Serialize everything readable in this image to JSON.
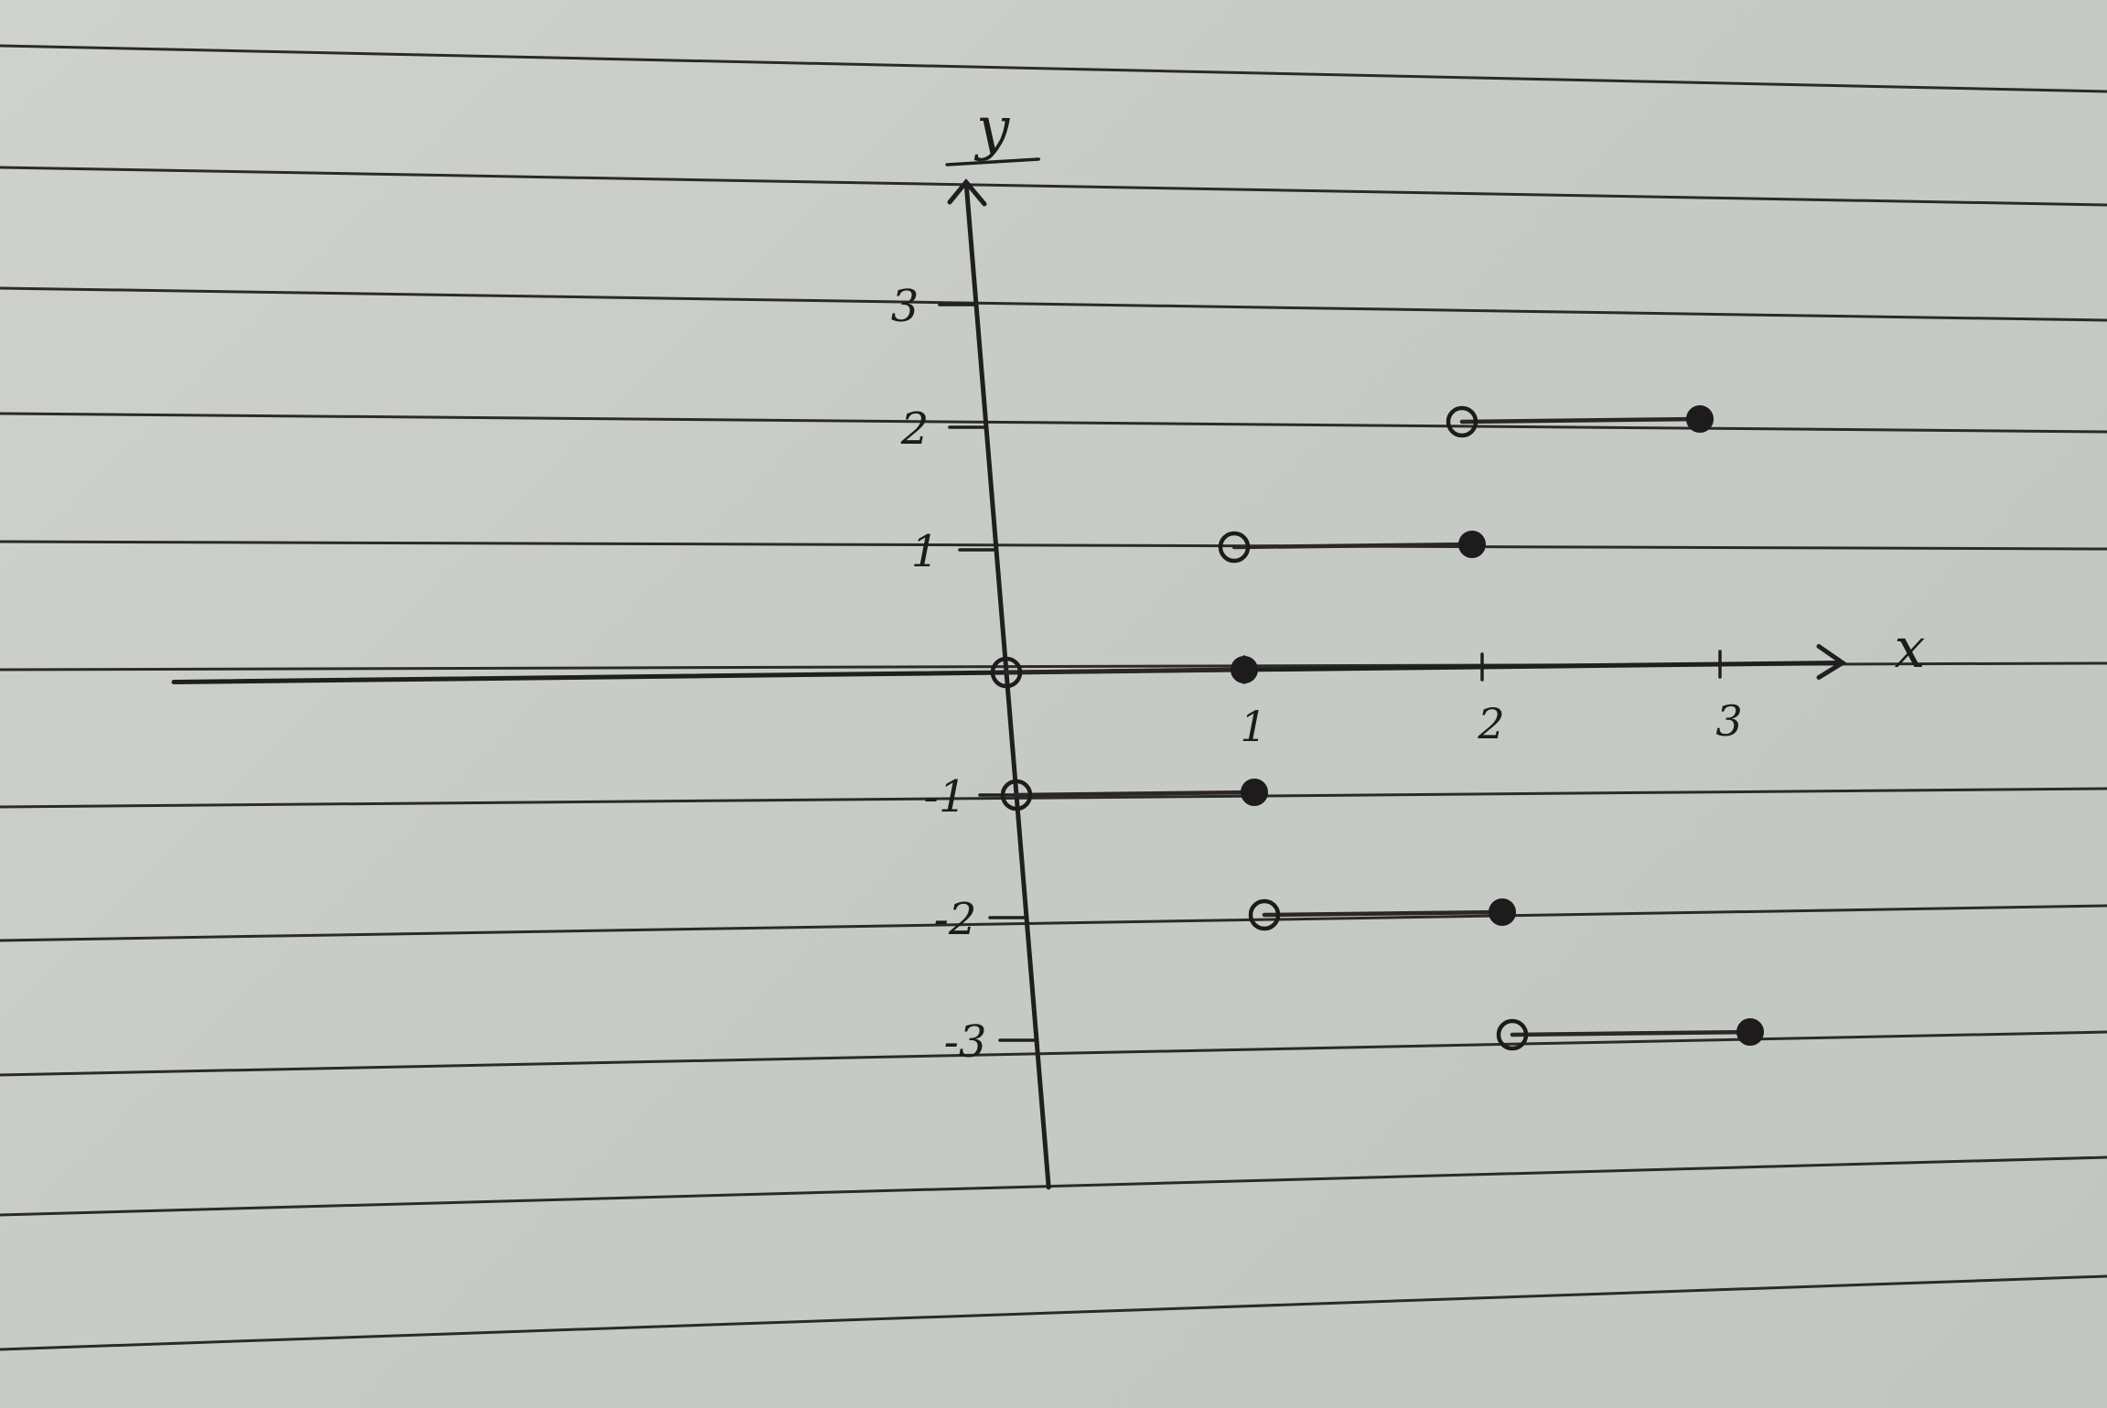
{
  "chart_data": {
    "type": "line",
    "title": "",
    "xlabel": "x",
    "ylabel": "y",
    "xlim": [
      -3.5,
      3.5
    ],
    "ylim": [
      -4.2,
      4.0
    ],
    "x_ticks": [
      {
        "value": 1,
        "label": "1"
      },
      {
        "value": 2,
        "label": "2"
      },
      {
        "value": 3,
        "label": "3"
      }
    ],
    "y_ticks": [
      {
        "value": 3,
        "label": "3"
      },
      {
        "value": 2,
        "label": "2"
      },
      {
        "value": 1,
        "label": "1"
      },
      {
        "value": -1,
        "label": "-1"
      },
      {
        "value": -2,
        "label": "-2"
      },
      {
        "value": -3,
        "label": "-3"
      }
    ],
    "segments": [
      {
        "y": 2,
        "x_start": 2,
        "x_end": 3,
        "start": "open",
        "end": "closed"
      },
      {
        "y": 1,
        "x_start": 1,
        "x_end": 2,
        "start": "open",
        "end": "closed"
      },
      {
        "y": 0,
        "x_start": 0,
        "x_end": 1,
        "start": "open",
        "end": "closed"
      },
      {
        "y": -1,
        "x_start": 0,
        "x_end": 1,
        "start": "open",
        "end": "closed"
      },
      {
        "y": -2,
        "x_start": 1,
        "x_end": 2,
        "start": "open",
        "end": "closed"
      },
      {
        "y": -3,
        "x_start": 2,
        "x_end": 3,
        "start": "open",
        "end": "closed"
      }
    ],
    "grid": false,
    "legend": "none"
  },
  "colors": {
    "ink": "#1d1b1b",
    "paper": "#c9ccc6"
  }
}
